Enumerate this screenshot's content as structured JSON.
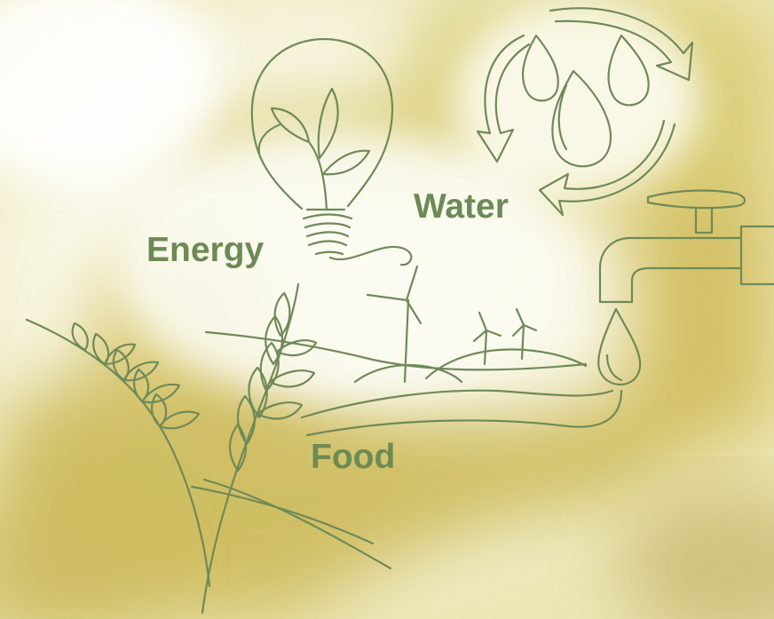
{
  "labels": {
    "energy": "Energy",
    "water": "Water",
    "food": "Food"
  },
  "colors": {
    "line_art": "#6f8a58",
    "label_text": "#6c8a54",
    "background_glow": "#fbfbef",
    "hand_tone": "#c9b64f"
  },
  "icons": [
    "light-bulb-icon",
    "leaf-sprout-icon",
    "water-cycle-icon",
    "water-drop-icon",
    "faucet-icon",
    "wind-turbine-icon",
    "wheat-icon"
  ]
}
